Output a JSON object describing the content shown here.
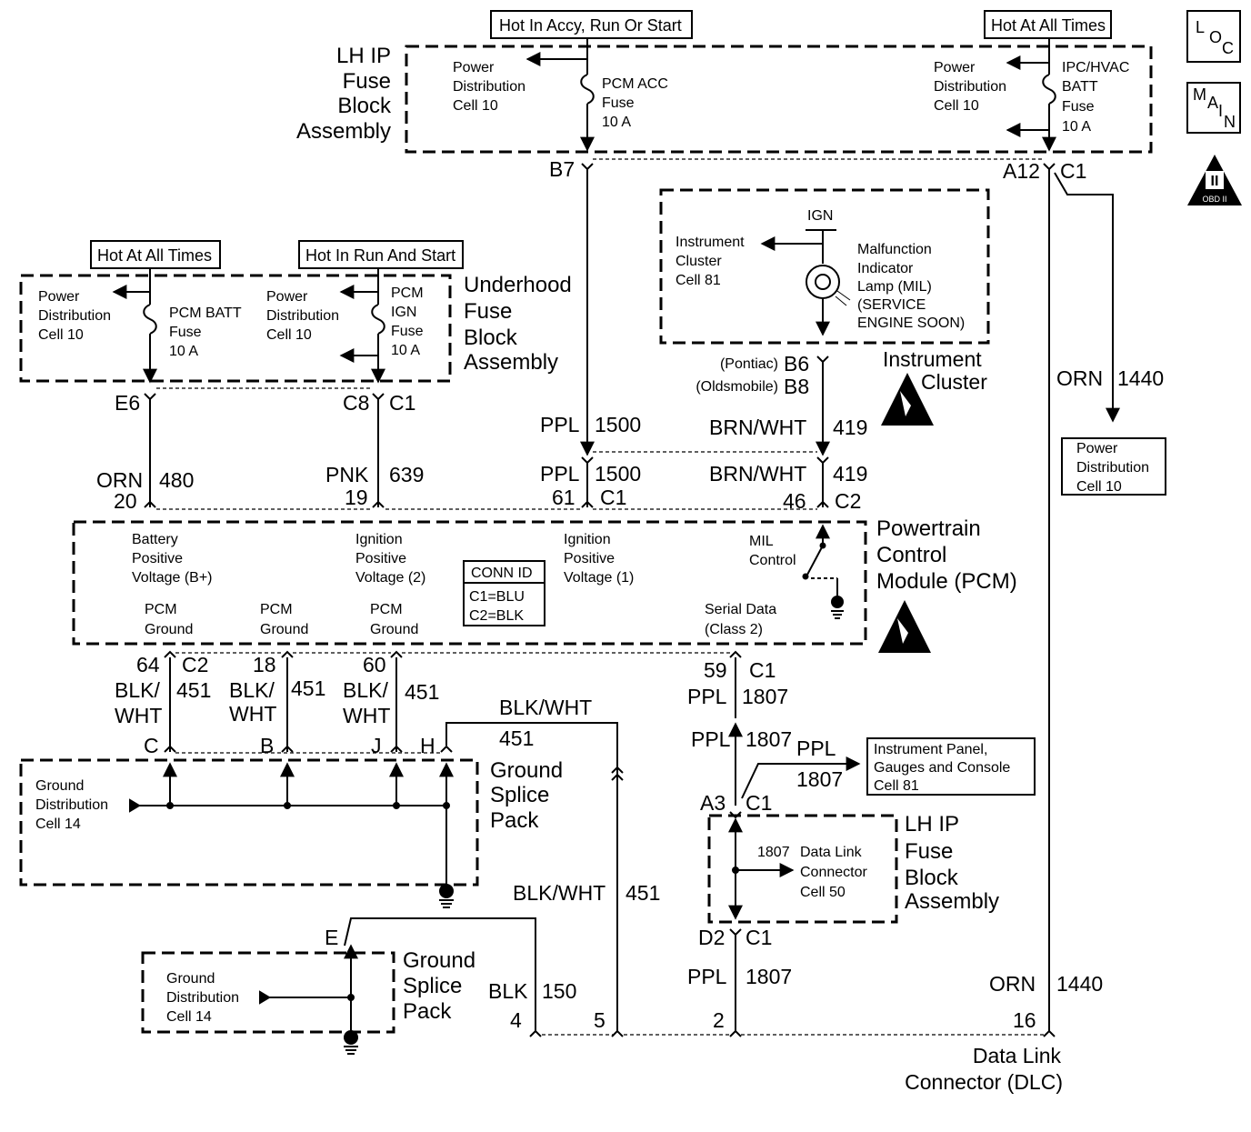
{
  "sources": {
    "hot_accy_run_start": "Hot In Accy, Run Or Start",
    "hot_all_times": "Hot At All Times",
    "hot_run_start": "Hot In Run And Start"
  },
  "badges": {
    "loc": [
      "L",
      "O",
      "C"
    ],
    "main": [
      "M",
      "A",
      "I",
      "N"
    ],
    "obd_numeral": "II",
    "obd_text": "OBD II"
  },
  "lh_ip_fuse_block": {
    "title": [
      "LH IP",
      "Fuse",
      "Block",
      "Assembly"
    ],
    "left_power": [
      "Power",
      "Distribution",
      "Cell 10"
    ],
    "left_fuse": [
      "PCM ACC",
      "Fuse",
      "10 A"
    ],
    "right_power": [
      "Power",
      "Distribution",
      "Cell 10"
    ],
    "right_fuse": [
      "IPC/HVAC",
      "BATT",
      "Fuse",
      "10 A"
    ],
    "pin_b7": "B7",
    "pin_a12": "A12",
    "conn_c1": "C1"
  },
  "instrument_cluster": {
    "ign": "IGN",
    "cell_ref": [
      "Instrument",
      "Cluster",
      "Cell 81"
    ],
    "mil": [
      "Malfunction",
      "Indicator",
      "Lamp (MIL)",
      "(SERVICE",
      "ENGINE SOON)"
    ],
    "title": [
      "Instrument",
      "Cluster"
    ],
    "pontiac": "(Pontiac)",
    "oldsmobile": "(Oldsmobile)",
    "pin_b6": "B6",
    "pin_b8": "B8"
  },
  "underhood_fuse_block": {
    "title": [
      "Underhood",
      "Fuse",
      "Block",
      "Assembly"
    ],
    "left_power": [
      "Power",
      "Distribution",
      "Cell 10"
    ],
    "left_fuse": [
      "PCM BATT",
      "Fuse",
      "10 A"
    ],
    "right_power": [
      "Power",
      "Distribution",
      "Cell 10"
    ],
    "right_fuse": [
      "PCM",
      "IGN",
      "Fuse",
      "10 A"
    ],
    "pin_e6": "E6",
    "pin_c8": "C8",
    "conn_c1": "C1"
  },
  "wires": {
    "orn_480": [
      "ORN",
      "480"
    ],
    "pnk_639": [
      "PNK",
      "639"
    ],
    "ppl_1500": [
      "PPL",
      "1500"
    ],
    "brn_wht_419": [
      "BRN/WHT",
      "419"
    ],
    "orn_1440": [
      "ORN",
      "1440"
    ],
    "blk_wht": [
      "BLK/",
      "WHT"
    ],
    "num_451": "451",
    "blk_wht_full": "BLK/WHT",
    "ppl": "PPL",
    "num_1807": "1807",
    "blk_150": [
      "BLK",
      "150"
    ]
  },
  "pcm": {
    "title": [
      "Powertrain",
      "Control",
      "Module (PCM)"
    ],
    "battery": [
      "Battery",
      "Positive",
      "Voltage (B+)"
    ],
    "ign2": [
      "Ignition",
      "Positive",
      "Voltage (2)"
    ],
    "ign1": [
      "Ignition",
      "Positive",
      "Voltage (1)"
    ],
    "mil_control": [
      "MIL",
      "Control"
    ],
    "ground": [
      "PCM",
      "Ground"
    ],
    "serial": [
      "Serial Data",
      "(Class 2)"
    ],
    "conn_id": [
      "CONN ID",
      "C1=BLU",
      "C2=BLK"
    ],
    "pins_top": {
      "p20": "20",
      "p19": "19",
      "p61": "61",
      "c1": "C1",
      "p46": "46",
      "c2": "C2"
    },
    "pins_bottom": {
      "p64": "64",
      "c2": "C2",
      "p18": "18",
      "p60": "60",
      "p59": "59",
      "c1": "C1"
    }
  },
  "power_dist_1440": [
    "Power",
    "Distribution",
    "Cell 10"
  ],
  "ground_splice_1": {
    "title": [
      "Ground",
      "Splice",
      "Pack"
    ],
    "ground_dist": [
      "Ground",
      "Distribution",
      "Cell 14"
    ],
    "pins": [
      "C",
      "B",
      "J",
      "H"
    ]
  },
  "ground_splice_2": {
    "title": [
      "Ground",
      "Splice",
      "Pack"
    ],
    "ground_dist": [
      "Ground",
      "Distribution",
      "Cell 14"
    ],
    "pin_e": "E"
  },
  "instrument_panel": [
    "Instrument Panel,",
    "Gauges and Console",
    "Cell 81"
  ],
  "lh_ip_fuse_block_2": {
    "title": [
      "LH IP",
      "Fuse",
      "Block",
      "Assembly"
    ],
    "data_link": [
      "Data Link",
      "Connector",
      "Cell 50"
    ],
    "num_1807": "1807",
    "pin_a3": "A3",
    "pin_d2": "D2",
    "conn_c1": "C1"
  },
  "dlc": {
    "title": [
      "Data Link",
      "Connector (DLC)"
    ],
    "pins": {
      "p4": "4",
      "p5": "5",
      "p2": "2",
      "p16": "16"
    }
  }
}
